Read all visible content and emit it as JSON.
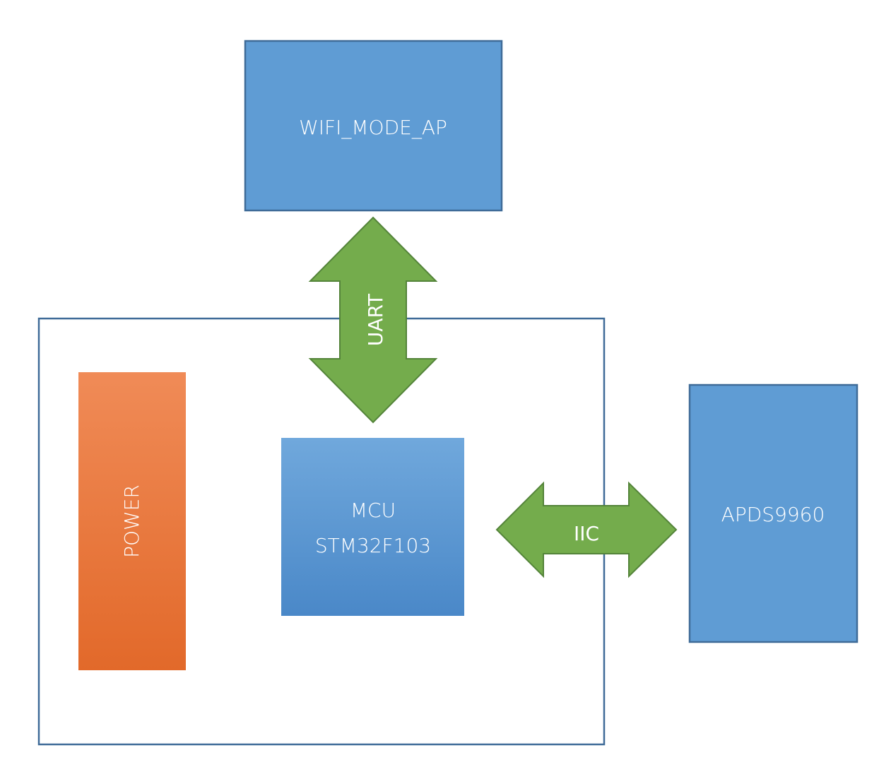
{
  "colors": {
    "background": "#ffffff",
    "blue_box": "#5f9cd4",
    "blue_border": "#3f6b98",
    "mcu_top": "#70a8dc",
    "mcu_bottom": "#4a88c8",
    "power_top": "#f08b57",
    "power_bottom": "#e2692a",
    "arrow_fill": "#74ac4c",
    "arrow_border": "#54843a",
    "board_border": "#3f6b98"
  },
  "blocks": {
    "wifi": {
      "label": "WIFI_MODE_AP"
    },
    "mcu": {
      "line1": "MCU",
      "line2": "STM32F103"
    },
    "power": {
      "label": "POWER"
    },
    "sensor": {
      "label": "APDS9960"
    }
  },
  "links": {
    "uart": {
      "label": "UART"
    },
    "iic": {
      "label": "IIC"
    }
  }
}
